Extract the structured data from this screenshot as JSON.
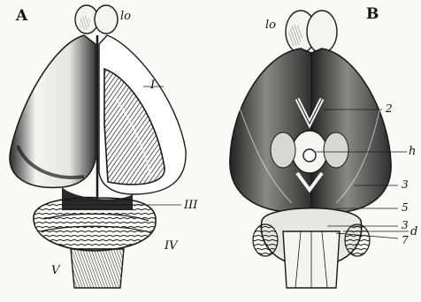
{
  "figure": {
    "panel_a": {
      "letter": "A",
      "labels": {
        "lo": "lo",
        "I": "I",
        "III": "III",
        "IV": "IV",
        "V": "V"
      }
    },
    "panel_b": {
      "letter": "B",
      "labels": {
        "lo": "lo",
        "n2a": "2",
        "h": "h",
        "n3a": "3",
        "n5": "5",
        "n3b": "3",
        "n7": "7",
        "d": "d"
      }
    }
  },
  "colors": {
    "ink": "#1a1a1a",
    "paper": "#fbfaf6",
    "shade": "#3a3a3a",
    "light": "#ffffff"
  }
}
